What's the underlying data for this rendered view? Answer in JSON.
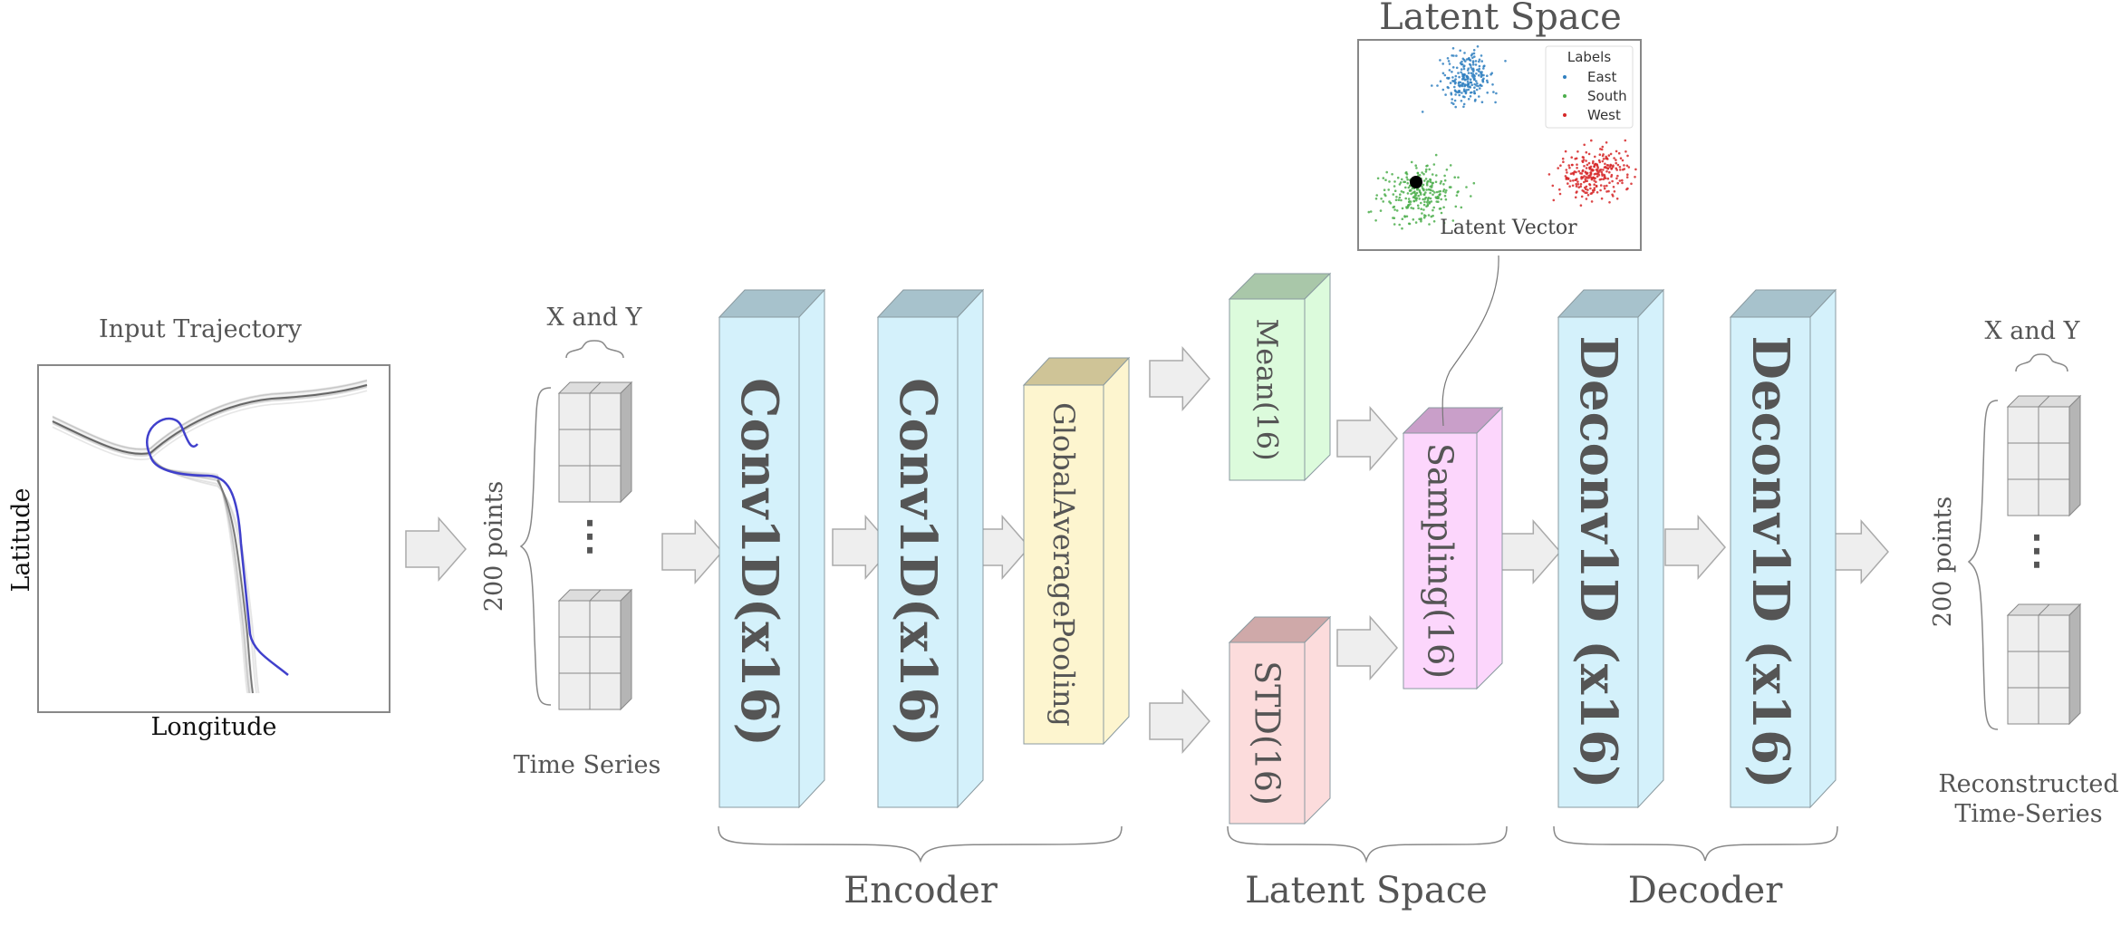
{
  "input": {
    "title": "Input Trajectory",
    "xlabel": "Longitude",
    "ylabel": "Latitude"
  },
  "time_series_in": {
    "top_label": "X and Y",
    "side_label": "200 points",
    "caption": "Time Series",
    "ellipsis": "⋮"
  },
  "time_series_out": {
    "top_label": "X and Y",
    "side_label": "200 points",
    "caption_line1": "Reconstructed",
    "caption_line2": "Time-Series",
    "ellipsis": "⋮"
  },
  "blocks": {
    "conv1": "Conv1D(x16)",
    "conv2": "Conv1D(x16)",
    "gap": "GlobalAveragePooling",
    "mean": "Mean(16)",
    "std": "STD(16)",
    "sampling": "Sampling(16)",
    "deconv1": "Deconv1D (x16)",
    "deconv2": "Deconv1D (x16)"
  },
  "groups": {
    "encoder": "Encoder",
    "latent": "Latent Space",
    "decoder": "Decoder"
  },
  "latent_plot": {
    "title": "Latent Space",
    "annotation": "Latent Vector",
    "legend_title": "Labels",
    "legend": [
      {
        "label": "East",
        "color": "#2f7fc0"
      },
      {
        "label": "South",
        "color": "#4cae4c"
      },
      {
        "label": "West",
        "color": "#d62728"
      }
    ]
  },
  "colors": {
    "conv_face": "#d4f1fb",
    "conv_top": "#a7c2cc",
    "gap_face": "#fdf5cf",
    "gap_top": "#cfc497",
    "mean_face": "#dcfbdc",
    "mean_top": "#a9c7a9",
    "std_face": "#fcdcdc",
    "std_top": "#cfa9a9",
    "sampling_face": "#fcd6fc",
    "sampling_top": "#c99fc9",
    "arrow": "#eeeeee",
    "trajectory": "#4040cc"
  }
}
